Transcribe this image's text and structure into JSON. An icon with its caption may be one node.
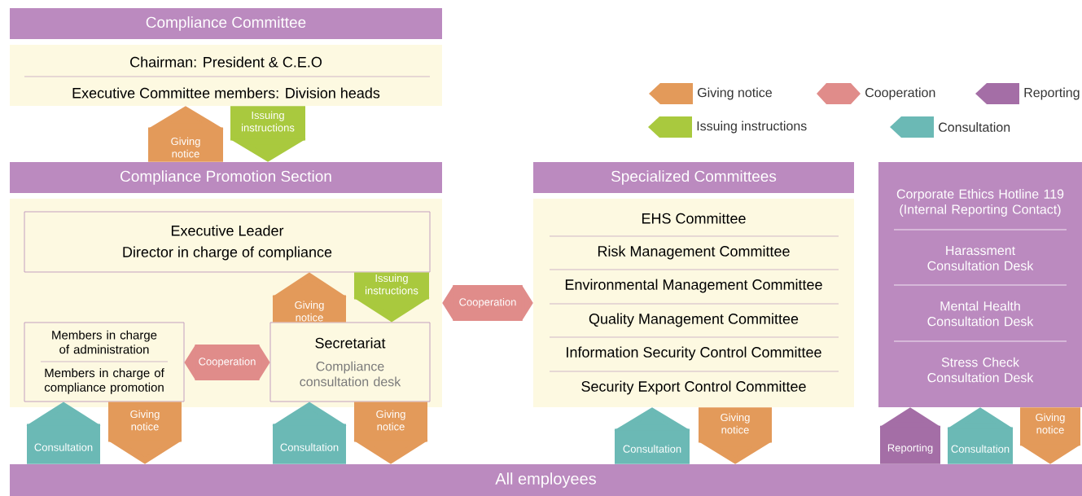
{
  "diagram": {
    "nodes": [
      {
        "text": [
          "Compliance Committee",
          "Chairman: President & C.E.O",
          "Executive Committee members: Division heads"
        ]
      },
      {
        "text": [
          "Compliance Promotion Section"
        ]
      },
      {
        "text": [
          "Executive Leader",
          "Director in charge of compliance"
        ],
        "in": 1
      },
      {
        "text": [
          "Members in charge of administration",
          "Members in charge of compliance promotion"
        ],
        "in": 1
      },
      {
        "text": [
          "Secretariat",
          "Compliance consultation desk"
        ],
        "in": 1
      },
      {
        "text": [
          "Specialized Committees",
          "EHS Committee",
          "Risk Management Committee",
          "Environmental Management Committee",
          "Quality Management Committee",
          "Information Security Control Committee",
          "Security Export Control Committee"
        ]
      },
      {
        "text": [
          "Corporate Ethics Hotline 119 (Internal Reporting Contact)",
          "Harassment Consultation Desk",
          "Mental Health Consultation Desk",
          "Stress Check Consultation Desk"
        ]
      },
      {
        "text": [
          "All employees"
        ]
      }
    ],
    "edges": [
      {
        "from": 1,
        "to": 0,
        "arrow": "to",
        "label": "Giving notice",
        "color": "#e39a5a"
      },
      {
        "from": 0,
        "to": 1,
        "arrow": "to",
        "label": "Issuing instructions",
        "color": "#a9c93e"
      },
      {
        "from": 4,
        "to": 2,
        "arrow": "to",
        "label": "Giving notice",
        "color": "#e39a5a"
      },
      {
        "from": 2,
        "to": 4,
        "arrow": "to",
        "label": "Issuing instructions",
        "color": "#a9c93e"
      },
      {
        "from": 3,
        "to": 4,
        "arrow": "both",
        "label": "Cooperation",
        "color": "#e08c8a"
      },
      {
        "from": 1,
        "to": 5,
        "arrow": "both",
        "label": "Cooperation",
        "color": "#e08c8a"
      },
      {
        "from": 7,
        "to": 3,
        "arrow": "to",
        "label": "Consultation",
        "color": "#6bb9b5"
      },
      {
        "from": 3,
        "to": 7,
        "arrow": "to",
        "label": "Giving notice",
        "color": "#e39a5a"
      },
      {
        "from": 7,
        "to": 4,
        "arrow": "to",
        "label": "Consultation",
        "color": "#6bb9b5"
      },
      {
        "from": 4,
        "to": 7,
        "arrow": "to",
        "label": "Giving notice",
        "color": "#e39a5a"
      },
      {
        "from": 7,
        "to": 5,
        "arrow": "to",
        "label": "Consultation",
        "color": "#6bb9b5"
      },
      {
        "from": 5,
        "to": 7,
        "arrow": "to",
        "label": "Giving notice",
        "color": "#e39a5a"
      },
      {
        "from": 7,
        "to": 6,
        "arrow": "to",
        "label": "Reporting",
        "color": "#a46ea6"
      },
      {
        "from": 7,
        "to": 6,
        "arrow": "to",
        "label": "Consultation",
        "color": "#6bb9b5"
      },
      {
        "from": 6,
        "to": 7,
        "arrow": "to",
        "label": "Giving notice",
        "color": "#e39a5a"
      }
    ],
    "legend": [
      {
        "text": "Giving notice",
        "color": "#e39a5a"
      },
      {
        "text": "Cooperation",
        "color": "#e08c8a"
      },
      {
        "text": "Reporting",
        "color": "#a46ea6"
      },
      {
        "text": "Issuing instructions",
        "color": "#a9c93e"
      },
      {
        "text": "Consultation",
        "color": "#6bb9b5"
      }
    ]
  }
}
